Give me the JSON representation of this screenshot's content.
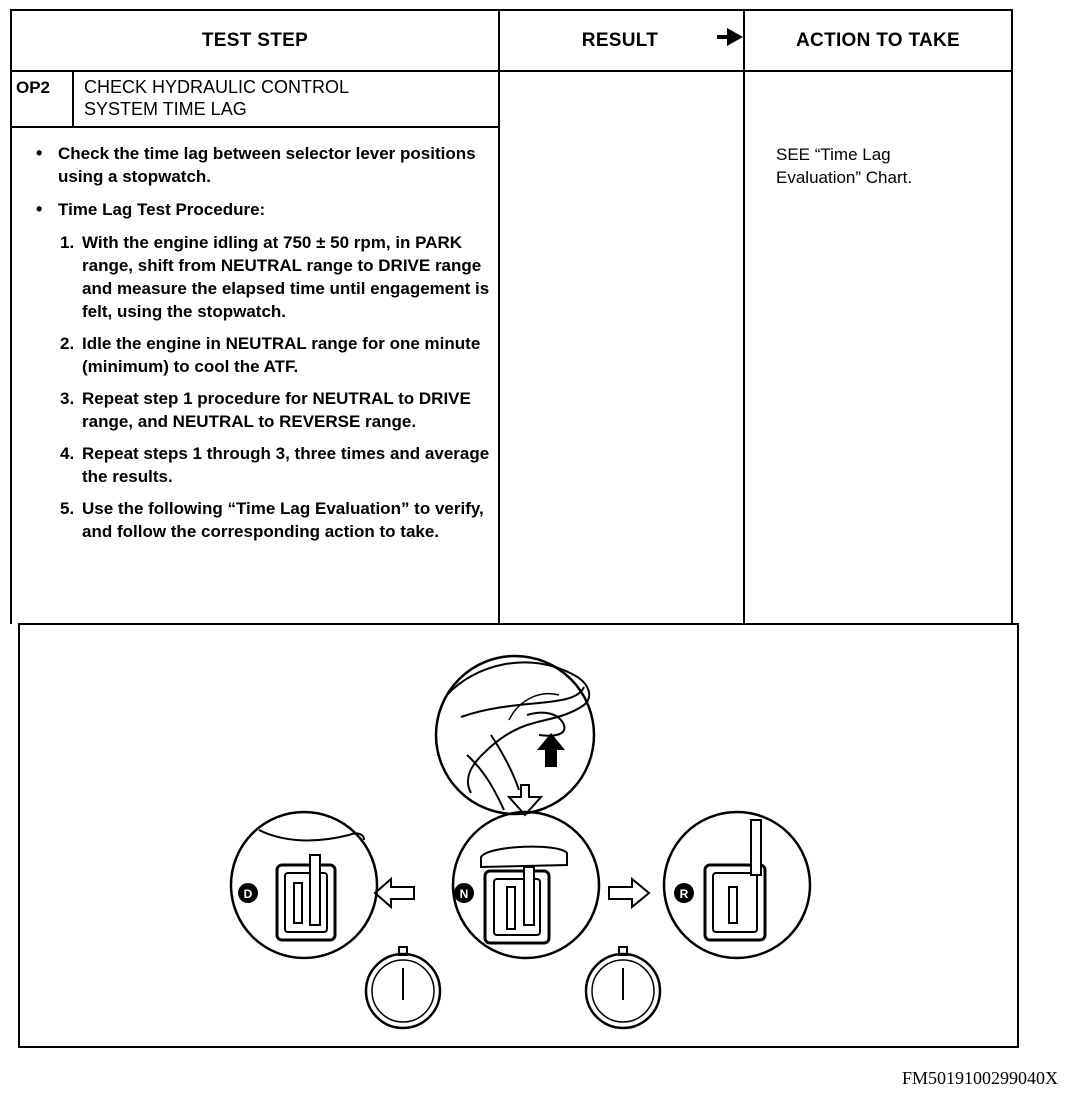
{
  "headers": {
    "test_step": "TEST STEP",
    "result": "RESULT",
    "action": "ACTION TO TAKE"
  },
  "step": {
    "code": "OP2",
    "title_line1": "CHECK HYDRAULIC CONTROL",
    "title_line2": "SYSTEM TIME LAG"
  },
  "bullets": [
    "Check the time lag between selector lever positions using a stopwatch.",
    "Time Lag Test Procedure:"
  ],
  "procedure": [
    {
      "num": "1.",
      "text": "With the engine idling at 750 ± 50 rpm, in PARK range, shift from NEUTRAL range to DRIVE range and measure the elapsed time until engagement is felt, using the stopwatch."
    },
    {
      "num": "2.",
      "text": "Idle the engine in NEUTRAL range for one minute (minimum) to cool the ATF."
    },
    {
      "num": "3.",
      "text": "Repeat step 1 procedure for NEUTRAL to DRIVE range, and NEUTRAL to REVERSE range."
    },
    {
      "num": "4.",
      "text": "Repeat steps 1 through 3, three times and average the results."
    },
    {
      "num": "5.",
      "text": "Use the following “Time Lag Evaluation” to verify, and follow the corresponding action to take."
    }
  ],
  "action_text": "SEE “Time Lag Evaluation” Chart.",
  "diagram_labels": {
    "left": "D",
    "center": "N",
    "right": "R"
  },
  "figure_id": "FM5019100299040X"
}
